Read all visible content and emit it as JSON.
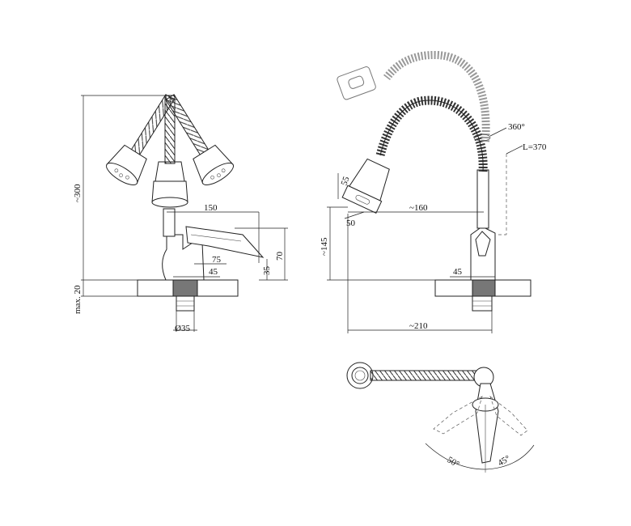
{
  "drawing": {
    "front_view": {
      "height_total": "~300",
      "reach_handle": "150",
      "handle_height": "70",
      "handle_drop": "35",
      "lever_offset": "75",
      "base_width": "45",
      "counter_thickness": "max. 20",
      "thread_diameter": "Ø35"
    },
    "side_view": {
      "swivel_angle": "360°",
      "hose_length": "L=370",
      "head_length": "55",
      "head_depth": "50",
      "spout_reach": "~160",
      "spout_height": "~145",
      "base_width": "45",
      "overall_depth": "~210"
    },
    "top_view": {
      "angle_left": "50°",
      "angle_right": "45°"
    }
  }
}
